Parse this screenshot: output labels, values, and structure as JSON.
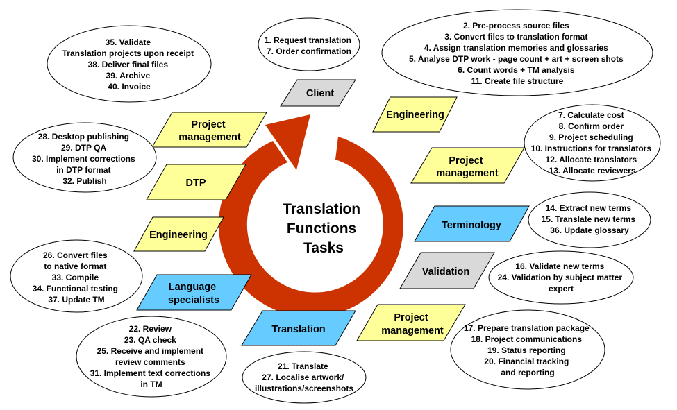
{
  "center": {
    "lines": [
      "Translation",
      "Functions",
      "Tasks"
    ]
  },
  "colors": {
    "arrow": "#cc3300",
    "yellow": "#ffff99",
    "blue": "#66ccff",
    "gray": "#d9d9d9"
  },
  "parallelograms": [
    {
      "id": "client",
      "color": "gray",
      "lines": [
        "Client"
      ]
    },
    {
      "id": "engineering-top",
      "color": "yellow",
      "lines": [
        "Engineering"
      ]
    },
    {
      "id": "pm-right",
      "color": "yellow",
      "lines": [
        "Project",
        "management"
      ]
    },
    {
      "id": "terminology",
      "color": "blue",
      "lines": [
        "Terminology"
      ]
    },
    {
      "id": "validation",
      "color": "gray",
      "lines": [
        "Validation"
      ]
    },
    {
      "id": "pm-bottom",
      "color": "yellow",
      "lines": [
        "Project",
        "management"
      ]
    },
    {
      "id": "translation",
      "color": "blue",
      "lines": [
        "Translation"
      ]
    },
    {
      "id": "language",
      "color": "blue",
      "lines": [
        "Language",
        "specialists"
      ]
    },
    {
      "id": "engineering-left",
      "color": "yellow",
      "lines": [
        "Engineering"
      ]
    },
    {
      "id": "dtp",
      "color": "yellow",
      "lines": [
        "DTP"
      ]
    },
    {
      "id": "pm-left",
      "color": "yellow",
      "lines": [
        "Project",
        "management"
      ]
    }
  ],
  "ellipses": [
    {
      "id": "client-tasks",
      "lines": [
        "1. Request translation",
        "7. Order confirmation"
      ]
    },
    {
      "id": "engineering-tasks",
      "lines": [
        "2. Pre-process source files",
        "3. Convert files to translation format",
        "4. Assign translation memories and glossaries",
        "5. Analyse DTP  work - page count + art + screen shots",
        "6. Count words + TM analysis",
        "11. Create  file structure"
      ]
    },
    {
      "id": "pm-right-tasks",
      "lines": [
        "7. Calculate  cost",
        "8. Confirm order",
        "9. Project scheduling",
        "10. Instructions for translators",
        "12. Allocate translators",
        "13. Allocate reviewers"
      ]
    },
    {
      "id": "terminology-tasks",
      "lines": [
        "14. Extract new terms",
        "15. Translate   new terms",
        "36. Update glossary"
      ]
    },
    {
      "id": "validation-tasks",
      "lines": [
        "16. Validate new terms",
        "24. Validation by subject matter",
        "expert"
      ]
    },
    {
      "id": "pm-bottom-tasks",
      "lines": [
        "17. Prepare translation package",
        "18. Project communications",
        "19. Status reporting",
        "20. Financial tracking",
        "and reporting"
      ]
    },
    {
      "id": "translation-tasks",
      "lines": [
        "21. Translate",
        "27. Localise artwork/",
        "illustrations/screenshots"
      ]
    },
    {
      "id": "language-tasks",
      "lines": [
        "22. Review",
        "23. QA check",
        "25. Receive  and implement",
        "review comments",
        "31. Implement  text corrections",
        "in TM"
      ]
    },
    {
      "id": "engineering-left-tasks",
      "lines": [
        "26. Convert files",
        "to native format",
        "33. Compile",
        "34. Functional testing",
        "37. Update TM"
      ]
    },
    {
      "id": "dtp-tasks",
      "lines": [
        "28. Desktop publishing",
        "29. DTP QA",
        "30. Implement  corrections",
        "in DTP format",
        "32. Publish"
      ]
    },
    {
      "id": "pm-left-tasks",
      "lines": [
        "35. Validate",
        "Translation projects upon receipt",
        "38. Deliver final files",
        "39. Archive",
        "40. Invoice"
      ]
    }
  ]
}
